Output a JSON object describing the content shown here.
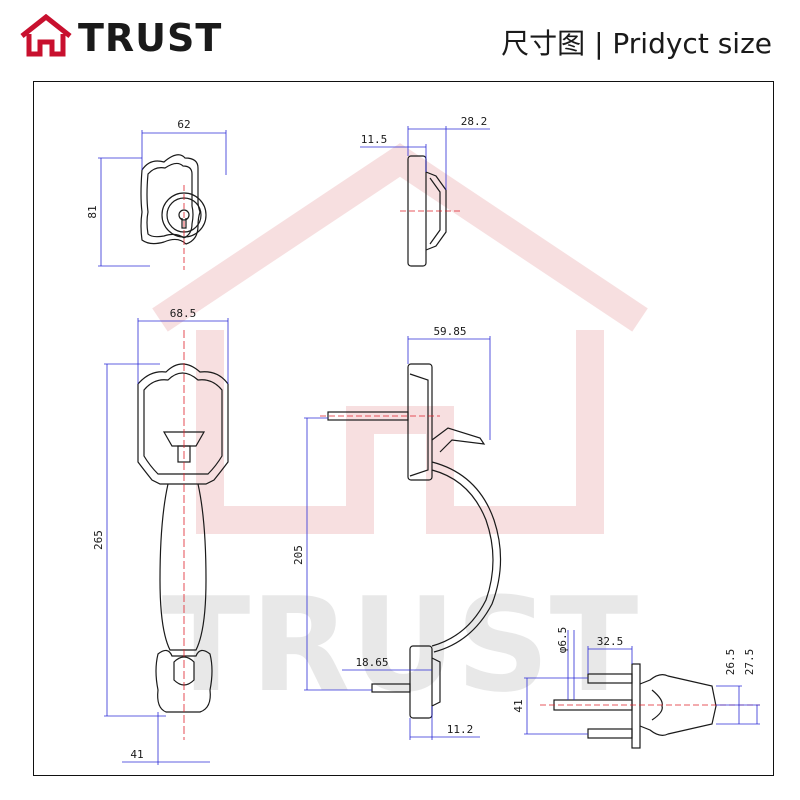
{
  "brand": {
    "name": "TRUST"
  },
  "header": {
    "title": "尺寸图 | Pridyct size"
  },
  "watermark": {
    "text": "TRUST"
  },
  "dimensions": {
    "front_width": "62",
    "front_height": "81",
    "side_inner": "11.5",
    "side_outer": "28.2",
    "handle_width": "68.5",
    "handle_height": "265",
    "handle_grip": "41",
    "projection": "59.85",
    "spindle_distance": "205",
    "bottom_spindle": "18.65",
    "bottom_plate": "11.2",
    "hole_dia": "φ6.5",
    "bolt_offset": "32.5",
    "knob_height": "41",
    "knob_rear_a": "26.5",
    "knob_rear_b": "27.5"
  },
  "colors": {
    "line": "#1a1a1a",
    "dimension": "#2b2bd6",
    "center": "#e0202a",
    "brand": "#c8102e"
  }
}
